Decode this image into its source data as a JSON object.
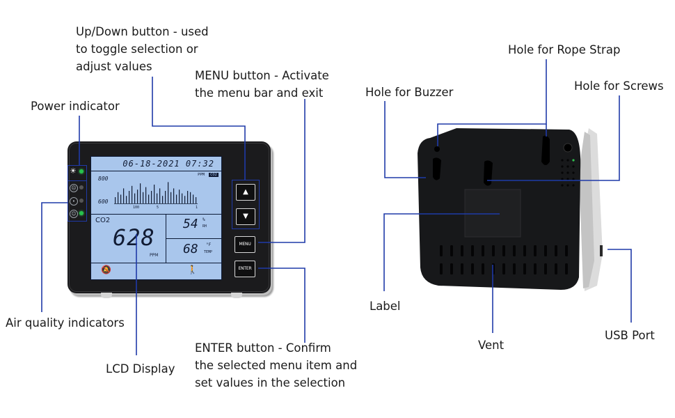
{
  "callouts": {
    "updown": [
      "Up/Down button - used",
      "to toggle selection or",
      "adjust values"
    ],
    "menu": [
      "MENU button - Activate",
      "the menu bar and exit"
    ],
    "power": "Power indicator",
    "air_quality": "Air quality indicators",
    "lcd": "LCD Display",
    "enter": [
      "ENTER button - Confirm",
      "the selected menu item and",
      "set values in the selection"
    ],
    "rope_strap": "Hole for Rope Strap",
    "buzzer": "Hole for Buzzer",
    "screws": "Hole for Screws",
    "label": "Label",
    "vent": "Vent",
    "usb": "USB Port"
  },
  "lcd": {
    "datetime": "06-18-2021  07:32",
    "ppm_tag": "PPM",
    "co2_tag": "CO2",
    "y_max": "800",
    "y_min": "600",
    "x_ticks": [
      "100",
      "5",
      "1"
    ],
    "co2_label": "CO2",
    "co2_value": "628",
    "co2_unit": "PPM",
    "rh_value": "54",
    "rh_symbol": "%",
    "rh_unit": "RH",
    "temp_value": "68",
    "temp_symbol": "°F",
    "temp_unit": "TEMP",
    "history_bars": [
      0.25,
      0.45,
      0.35,
      0.6,
      0.3,
      0.5,
      0.7,
      0.4,
      0.55,
      0.8,
      0.45,
      0.65,
      0.35,
      0.5,
      0.75,
      0.4,
      0.6,
      0.3,
      0.5,
      0.85,
      0.45,
      0.6,
      0.35,
      0.55,
      0.4,
      0.3,
      0.5,
      0.45,
      0.35,
      0.25
    ]
  },
  "buttons": {
    "up": "▲",
    "down": "▼",
    "menu": "MENU",
    "enter": "ENTER"
  },
  "icons": {
    "power": "sun-icon",
    "faces": [
      "sad-face-icon",
      "neutral-face-icon",
      "happy-face-icon"
    ],
    "bell": "bell-off-icon",
    "person": "person-icon"
  },
  "colors": {
    "leader": "#1f3aa8",
    "lcd_backlight": "#a9c6ec",
    "led_on": "#27c24c",
    "device_body": "#1b1b1d"
  }
}
